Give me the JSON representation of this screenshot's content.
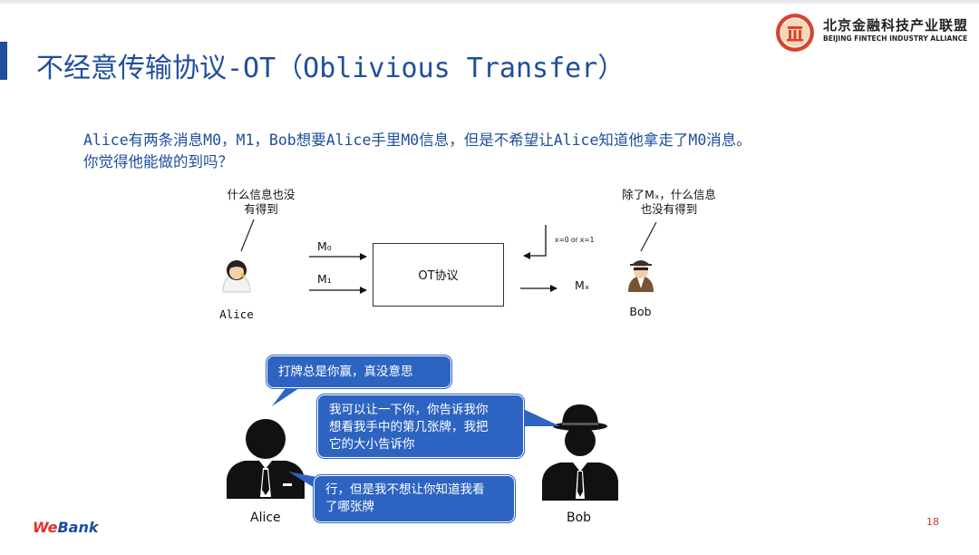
{
  "title": "不经意传输协议-OT（Oblivious Transfer）",
  "logo": {
    "cn": "北京金融科技产业联盟",
    "en": "BEIJING FINTECH INDUSTRY ALLIANCE"
  },
  "intro": {
    "line1": "Alice有两条消息M0，M1，Bob想要Alice手里M0信息，但是不希望让Alice知道他拿走了M0消息。",
    "line2": "你觉得他能做的到吗？"
  },
  "diagram": {
    "alice_note_line1": "什么信息也没",
    "alice_note_line2": "有得到",
    "bob_note_line1": "除了Mₓ，什么信息",
    "bob_note_line2": "也没有得到",
    "input_m0": "M₀",
    "input_m1": "M₁",
    "ot_label": "OT协议",
    "x_choice": "x=0 or x=1",
    "output": "Mₓ",
    "alice_name": "Alice",
    "bob_name": "Bob"
  },
  "dialog": {
    "bubble1": "打牌总是你赢，真没意思",
    "bubble2_line1": "我可以让一下你，你告诉我你",
    "bubble2_line2": "想看我手中的第几张牌，我把",
    "bubble2_line3": "它的大小告诉你",
    "bubble3_line1": "行，但是我不想让你知道我看",
    "bubble3_line2": "了哪张牌",
    "alice_name": "Alice",
    "bob_name": "Bob"
  },
  "footer": {
    "brand_we": "We",
    "brand_bank": "Bank",
    "page": "18"
  },
  "colors": {
    "title": "#1f4e9c",
    "bubble": "#2e64c1",
    "seal": "#d9432f",
    "page_number": "#c0392b"
  }
}
